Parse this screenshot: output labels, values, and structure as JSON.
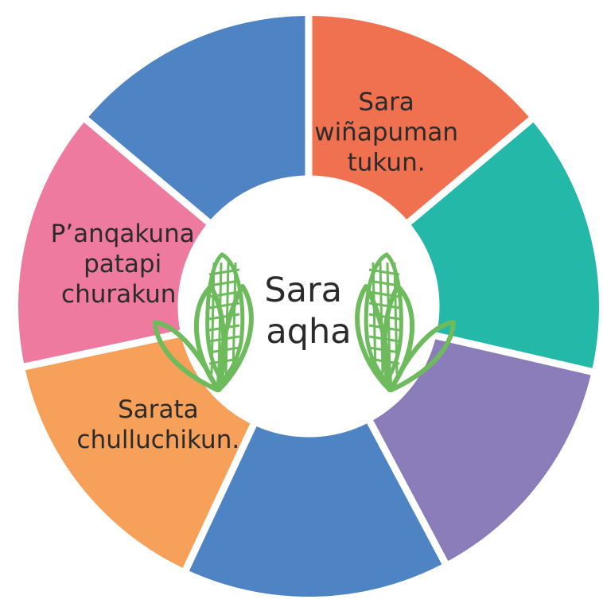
{
  "diagram": {
    "center": {
      "lines": [
        "Sara",
        "aqha"
      ],
      "background_color": "#ffffff",
      "icon": "corn-icon",
      "icon_color": "#6dbb5c"
    },
    "segments": [
      {
        "id": "seg-1",
        "color": "#4f84c4",
        "lines": []
      },
      {
        "id": "seg-2",
        "color": "#f07150",
        "lines": [
          "Sara",
          "wiñapuman",
          "tukun."
        ]
      },
      {
        "id": "seg-3",
        "color": "#23b8a8",
        "lines": []
      },
      {
        "id": "seg-4",
        "color": "#8b7dba",
        "lines": []
      },
      {
        "id": "seg-5",
        "color": "#4f84c4",
        "lines": []
      },
      {
        "id": "seg-6",
        "color": "#f7a05a",
        "lines": [
          "Sarata",
          "chulluchikun."
        ]
      },
      {
        "id": "seg-7",
        "color": "#ef7aa0",
        "lines": [
          "P’anqakuna",
          "patapi",
          "churakun."
        ]
      }
    ]
  }
}
